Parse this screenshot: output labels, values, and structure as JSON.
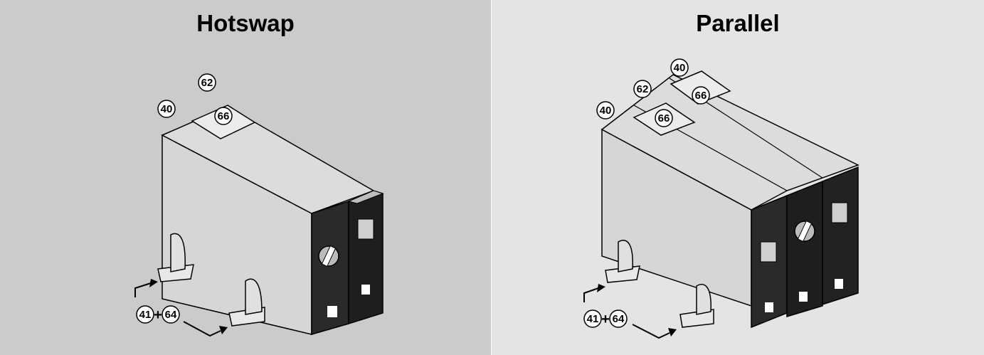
{
  "panels": {
    "left": {
      "title": "Hotswap",
      "callouts": {
        "c40": "40",
        "c62": "62",
        "c66": "66",
        "c41": "41",
        "plus": "+",
        "c64": "64"
      }
    },
    "right": {
      "title": "Parallel",
      "callouts": {
        "c40a": "40",
        "c40b": "40",
        "c62": "62",
        "c66a": "66",
        "c66b": "66",
        "c41": "41",
        "plus": "+",
        "c64": "64"
      }
    }
  },
  "colors": {
    "left_bg": "#cbcbcb",
    "right_bg": "#e4e4e4",
    "unit_front": "#222222",
    "unit_side": "#d4d4d4"
  }
}
